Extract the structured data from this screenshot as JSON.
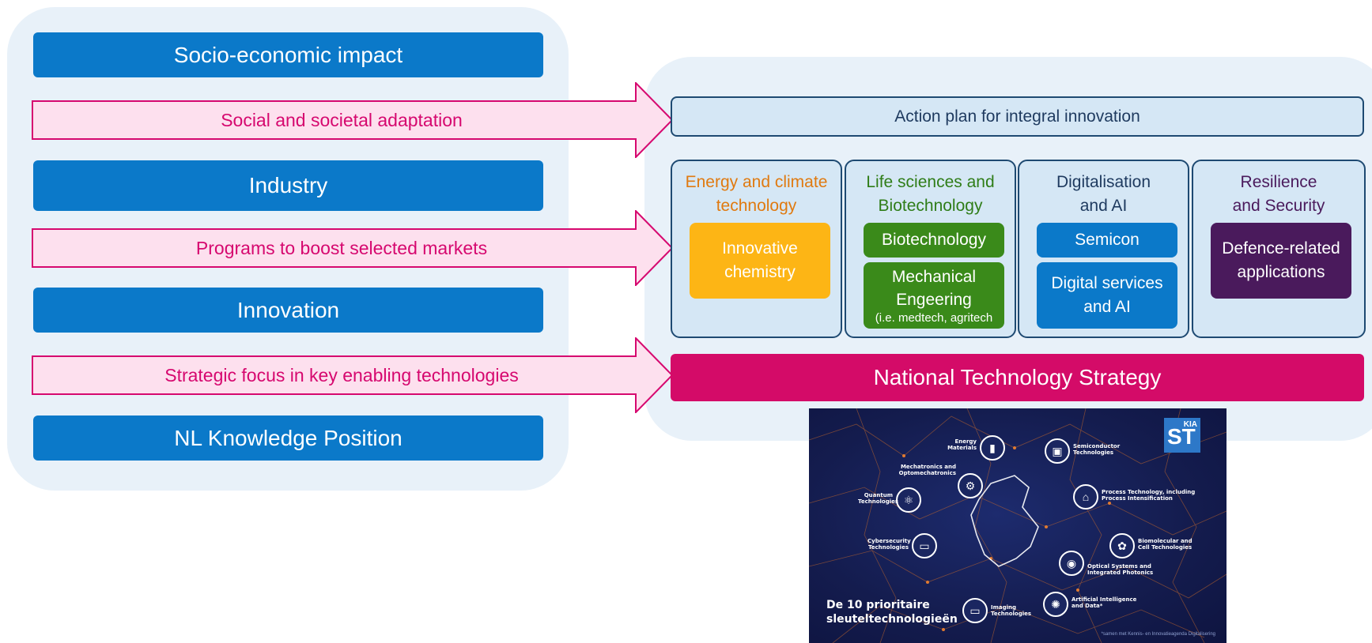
{
  "left": {
    "bars": [
      "Socio-economic impact",
      "Industry",
      "Innovation",
      "NL Knowledge Position"
    ],
    "arrows": [
      "Social and societal adaptation",
      "Programs to boost selected markets",
      "Strategic focus in key enabling technologies"
    ]
  },
  "right": {
    "plan": "Action plan for integral innovation",
    "columns": [
      {
        "title": "Energy and climate technology",
        "color": "#e07a10",
        "boxes": [
          {
            "label": "Innovative chemistry",
            "color": "#fdb515"
          }
        ]
      },
      {
        "title": "Life sciences and Biotechnology",
        "color": "#2f7d18",
        "boxes": [
          {
            "label": "Biotechnology",
            "color": "#3a8a1a"
          },
          {
            "label": "Mechanical Engeering",
            "sub": "(i.e. medtech, agritech",
            "color": "#3a8a1a"
          }
        ]
      },
      {
        "title": "Digitalisation and AI",
        "color": "#1e3a5f",
        "boxes": [
          {
            "label": "Semicon",
            "color": "#0b79c9"
          },
          {
            "label": "Digital services and AI",
            "color": "#0b79c9"
          }
        ]
      },
      {
        "title": "Resilience and Security",
        "color": "#4a1a5c",
        "boxes": [
          {
            "label": "Defence-related applications",
            "color": "#4a1a5c"
          }
        ]
      }
    ],
    "strategy": "National Technology Strategy"
  },
  "poster": {
    "title_line1": "De 10 prioritaire",
    "title_line2": "sleuteltechnologieën",
    "credit": "*samen met Kennis- en Innovatieagenda Digitalisering",
    "logo_big": "ST",
    "logo_small": "KIA",
    "technologies": [
      {
        "label": "Energy Materials",
        "icon": "battery-icon"
      },
      {
        "label": "Semiconductor Technologies",
        "icon": "chip-icon"
      },
      {
        "label": "Mechatronics and Optomechatronics",
        "icon": "gears-icon"
      },
      {
        "label": "Process Technology, including Process Intensification",
        "icon": "factory-icon"
      },
      {
        "label": "Quantum Technologies",
        "icon": "atom-icon"
      },
      {
        "label": "Biomolecular and Cell Technologies",
        "icon": "cell-icon"
      },
      {
        "label": "Cybersecurity Technologies",
        "icon": "laptop-lock-icon"
      },
      {
        "label": "Optical Systems and Integrated Photonics",
        "icon": "lens-icon"
      },
      {
        "label": "Imaging Technologies",
        "icon": "monitor-icon"
      },
      {
        "label": "Artificial Intelligence and Data*",
        "icon": "brain-icon"
      }
    ]
  }
}
